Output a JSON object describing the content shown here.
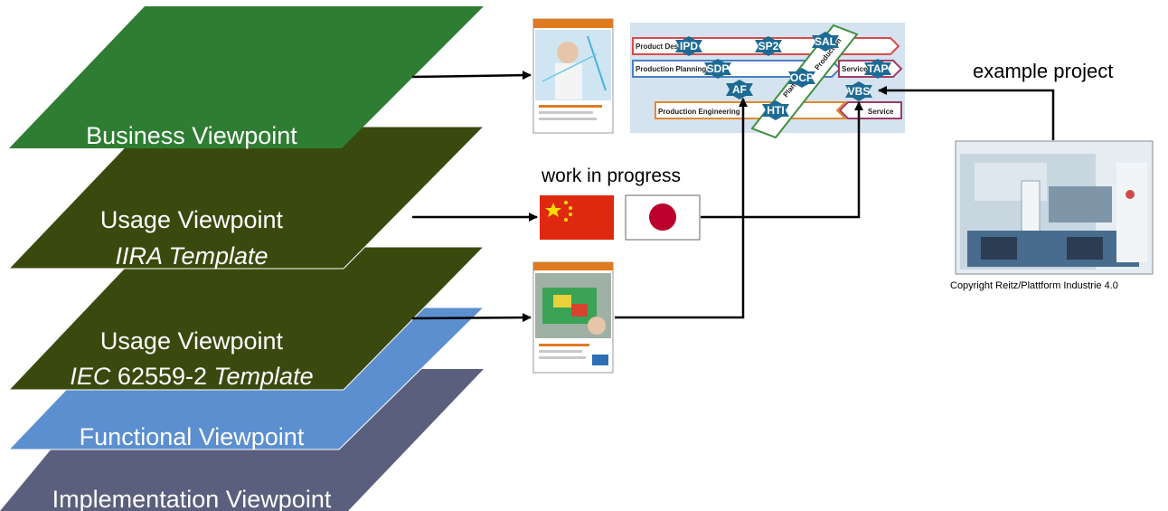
{
  "layers": {
    "business": {
      "label": "Business Viewpoint",
      "color": "#2e7d32"
    },
    "usage_iira": {
      "label": "Usage Viewpoint",
      "sublabel": "IIRA Template",
      "color": "#3a4a0f"
    },
    "usage_iec": {
      "label": "Usage Viewpoint",
      "sublabel_italic_1": "IEC",
      "sublabel_plain": " 62559-2 ",
      "sublabel_italic_2": "Template",
      "color": "#3a4a0f"
    },
    "functional": {
      "label": "Functional Viewpoint",
      "color": "#5b8fcf"
    },
    "implementation": {
      "label": "Implementation Viewpoint",
      "color": "#5a5f7d"
    }
  },
  "captions": {
    "work_in_progress": "work in progress",
    "example_project": "example project",
    "copyright": "Copyright Reitz/Plattform Industrie 4.0"
  },
  "use_case_map": {
    "lanes": [
      "Product Design",
      "Production Planning",
      "Production Engineering",
      "Service",
      "Service"
    ],
    "stars": [
      "IPD",
      "SP2",
      "SAL",
      "SDP",
      "OCP",
      "TAP",
      "AF",
      "HTI",
      "VBS"
    ],
    "band_text": [
      "Production",
      "Plant"
    ]
  },
  "flags": [
    "china-flag",
    "japan-flag"
  ]
}
